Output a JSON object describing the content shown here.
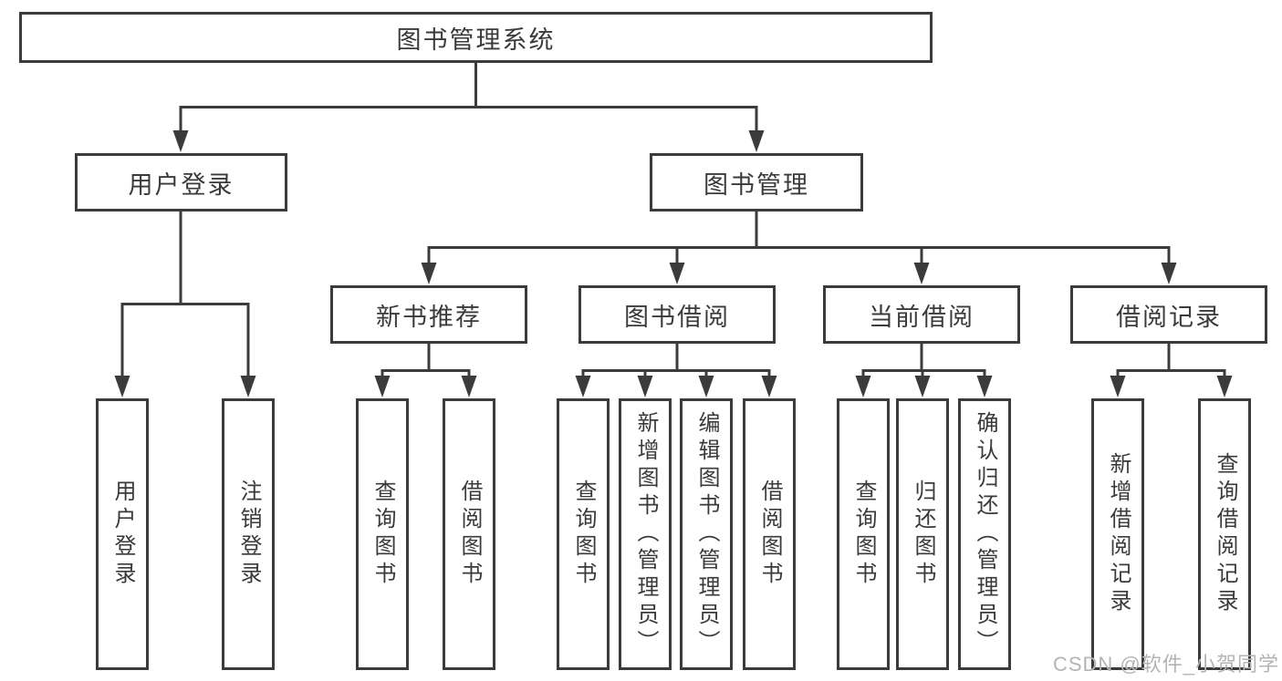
{
  "nodes": {
    "root": "图书管理系统",
    "user_login": "用户登录",
    "book_mgmt": "图书管理",
    "new_book_rec": "新书推荐",
    "book_borrow": "图书借阅",
    "current_borrow": "当前借阅",
    "borrow_records": "借阅记录",
    "leaf_user_login": "用户登录",
    "leaf_logout": "注销登录",
    "leaf_nb_query": "查询图书",
    "leaf_nb_borrow": "借阅图书",
    "leaf_bb_query": "查询图书",
    "leaf_bb_add": "新增图书（管理员）",
    "leaf_bb_edit": "编辑图书（管理员）",
    "leaf_bb_borrow": "借阅图书",
    "leaf_cb_query": "查询图书",
    "leaf_cb_return": "归还图书",
    "leaf_cb_confirm": "确认归还（管理员）",
    "leaf_br_add": "新增借阅记录",
    "leaf_br_query": "查询借阅记录"
  },
  "watermark": "CSDN @软件_小贺同学",
  "colors": {
    "line": "#3b3b3b",
    "text": "#3a3a3a",
    "box_fill": "#ffffff",
    "watermark": "#b4b4b4",
    "background": "#ffffff"
  }
}
